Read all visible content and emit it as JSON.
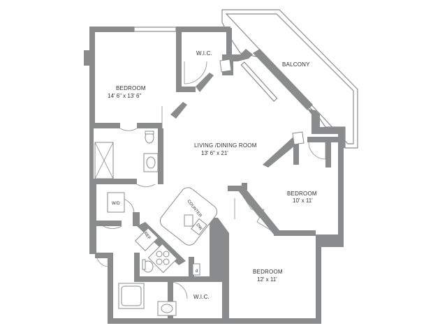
{
  "rooms": {
    "bedroom_1": {
      "name": "BEDROOM",
      "size": "14' 6\"  x  13' 6\""
    },
    "wic_1": {
      "name": "W.I.C."
    },
    "balcony": {
      "name": "BALCONY"
    },
    "living_dining": {
      "name": "LIVING /DINING ROOM",
      "size": "13' 6\" x 21'"
    },
    "bedroom_2": {
      "name": "BEDROOM",
      "size": "10' x 11'"
    },
    "bedroom_3": {
      "name": "BEDROOM",
      "size": "12' x 11'"
    },
    "wic_2": {
      "name": "W.I.C."
    }
  },
  "fixtures": {
    "washer_dryer": "W/D",
    "counter": "COUNTER",
    "dishwasher": "DW",
    "refrigerator": "REF",
    "d_label": "d"
  },
  "colors": {
    "wall": "#8a8b8d",
    "background": "#ffffff",
    "text": "#2f2f2f"
  }
}
